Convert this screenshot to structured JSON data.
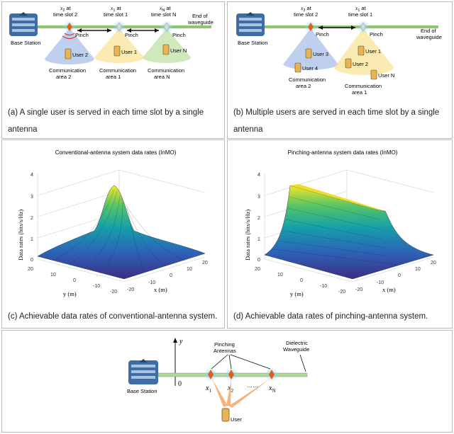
{
  "panel_a": {
    "caption_line1": "(a) A single user is served in each time slot by a single",
    "caption_line2": "antenna",
    "base_station": "Base Station",
    "end_label_1": "End of",
    "end_label_2": "waveguide",
    "pinch": "Pinch",
    "tags": [
      {
        "var": "x",
        "sub": "2",
        "line1": "at",
        "line2": "time slot 2"
      },
      {
        "var": "x",
        "sub": "1",
        "line1": "at",
        "line2": "time slot 1"
      },
      {
        "var": "x",
        "sub": "N",
        "line1": "at",
        "line2": "time slot N"
      }
    ],
    "users": [
      "User 2",
      "User 1",
      "User N"
    ],
    "areas": [
      {
        "line1": "Communication",
        "line2": "area 2"
      },
      {
        "line1": "Communication",
        "line2": "area 1"
      },
      {
        "line1": "Communication",
        "line2": "area N"
      }
    ]
  },
  "panel_b": {
    "caption_line1": "(b) Multiple users are served in each time slot by a single",
    "caption_line2": "antenna",
    "base_station": "Base Station",
    "end_label_1": "End of",
    "end_label_2": "waveguide",
    "pinch": "Pinch",
    "tags": [
      {
        "var": "x",
        "sub": "2",
        "line1": "at",
        "line2": "time slot 2"
      },
      {
        "var": "x",
        "sub": "1",
        "line1": "at",
        "line2": "time slot 1"
      }
    ],
    "users": [
      "User 3",
      "User 4",
      "User 1",
      "User 2",
      "User N"
    ],
    "areas": [
      {
        "line1": "Communication",
        "line2": "area 2"
      },
      {
        "line1": "Communication",
        "line2": "area 1"
      }
    ]
  },
  "panel_c": {
    "caption": "(c) Achievable data rates of conventional-antenna system.",
    "plot_title": "Conventional-antenna system data rates (InMO)",
    "zlabel": "Data rates (bits/s/Hz)",
    "xlabel": "x (m)",
    "ylabel": "y (m)"
  },
  "panel_d": {
    "caption": "(d) Achievable data rates of pinching-antenna system.",
    "plot_title": "Pinching-antenna system data rates (InMO)",
    "zlabel": "Data rates (bits/s/Hz)",
    "xlabel": "x (m)",
    "ylabel": "y (m)"
  },
  "surface_axes": {
    "z_ticks": [
      "0",
      "1",
      "2",
      "3",
      "4"
    ],
    "y_ticks": [
      "20",
      "10",
      "0",
      "-10",
      "-20"
    ],
    "x_ticks": [
      "-20",
      "-10",
      "0",
      "10",
      "20"
    ],
    "colormap": [
      "#3b2e86",
      "#2c66b8",
      "#15a0a8",
      "#55c568",
      "#f5e526"
    ]
  },
  "panel_e": {
    "base_station": "Base Station",
    "y_axis": "y",
    "origin": "0",
    "pinching_1": "Pinching",
    "pinching_2": "Antennas",
    "dielectric_1": "Dielectric",
    "dielectric_2": "Waveguide",
    "x1": "x",
    "x1_sub": "1",
    "x2": "x",
    "x2_sub": "2",
    "xN": "x",
    "xN_sub": "N",
    "dots": "……",
    "user": "User"
  }
}
